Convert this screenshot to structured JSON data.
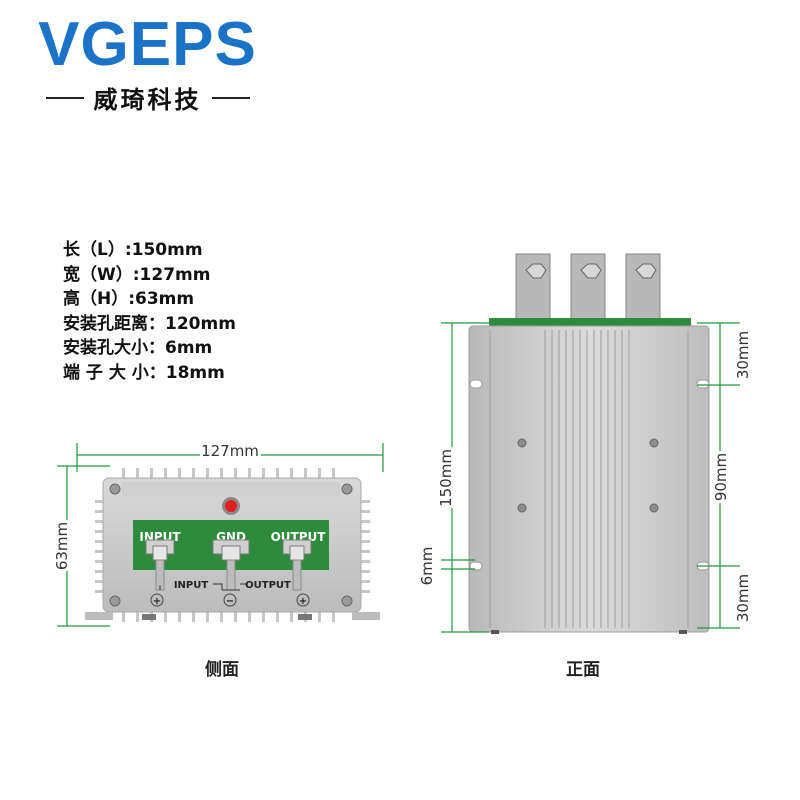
{
  "logo": {
    "brand": "VGEPS",
    "chinese": "威琦科技",
    "color": "#1a73c6"
  },
  "specs": [
    "长（L）:150mm",
    "宽（W）:127mm",
    "高（H）:63mm",
    "安装孔距离：120mm",
    "安装孔大小：6mm",
    "端 子 大 小：18mm"
  ],
  "side_view": {
    "caption": "侧面",
    "width_label": "127mm",
    "height_label": "63mm",
    "board_labels": [
      "INPUT",
      "GND",
      "OUTPUT"
    ],
    "bottom_labels": [
      "INPUT",
      "OUTPUT"
    ],
    "symbols": [
      "+",
      "−",
      "+"
    ]
  },
  "front_view": {
    "caption": "正面",
    "length_label": "150mm",
    "hole_label": "6mm",
    "top_label": "30mm",
    "middle_label": "90mm",
    "bottom_label": "30mm"
  },
  "colors": {
    "dimension_line": "#1e9a3a",
    "board_green": "#2e8b3e",
    "housing": "#c8c8c8"
  }
}
